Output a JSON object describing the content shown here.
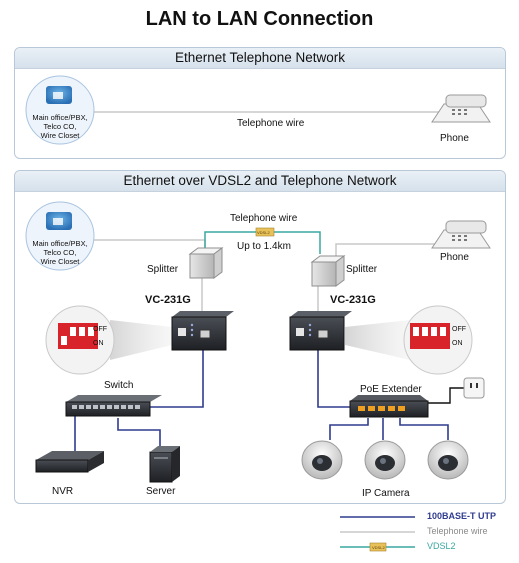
{
  "title": "LAN to LAN Connection",
  "panel_top": {
    "header": "Ethernet Telephone Network",
    "office_label": [
      "Main office/PBX,",
      "Telco CO,",
      "Wire Closet"
    ],
    "wire_label": "Telephone wire",
    "phone_label": "Phone"
  },
  "panel_bottom": {
    "header": "Ethernet over VDSL2 and Telephone Network",
    "office_label": [
      "Main office/PBX,",
      "Telco CO,",
      "Wire Closet"
    ],
    "wire_label": "Telephone wire",
    "vdsl_badge": "VDSL2",
    "distance_label": "Up to 1.4km",
    "splitter_left": "Splitter",
    "splitter_right": "Splitter",
    "converter_left": "VC-231G",
    "converter_right": "VC-231G",
    "dip_off": "OFF",
    "dip_on": "ON",
    "phone_label": "Phone",
    "switch_label": "Switch",
    "nvr_label": "NVR",
    "server_label": "Server",
    "poe_label": "PoE Extender",
    "camera_label": "IP Camera"
  },
  "legend": [
    {
      "label": "100BASE-T UTP",
      "color": "#2f3c8f",
      "style": "solid"
    },
    {
      "label": "Telephone wire",
      "color": "#c8c8c8",
      "style": "solid"
    },
    {
      "label": "VDSL2",
      "color": "#3aa7a0",
      "style": "badge"
    }
  ],
  "colors": {
    "utp": "#2f3c8f",
    "telephone": "#c8c8c8",
    "vdsl": "#3aa7a0",
    "panel_border": "#b9c8d8",
    "dip_red": "#d8232a"
  }
}
